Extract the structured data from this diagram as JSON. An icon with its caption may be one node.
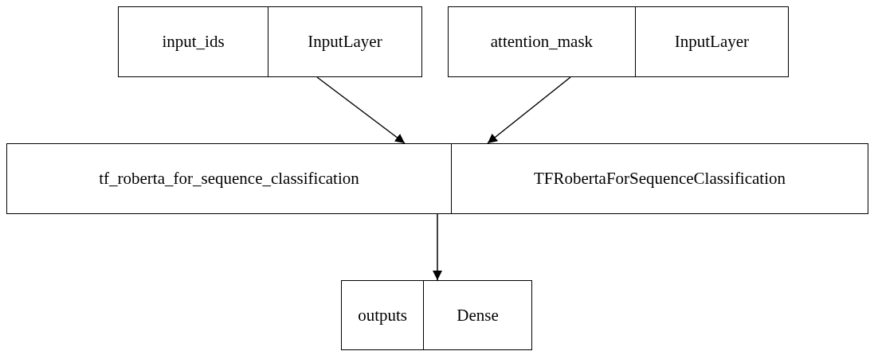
{
  "diagram": {
    "nodes": [
      {
        "text": [
          "input_ids",
          "InputLayer"
        ]
      },
      {
        "text": [
          "attention_mask",
          "InputLayer"
        ]
      },
      {
        "text": [
          "tf_roberta_for_sequence_classification",
          "TFRobertaForSequenceClassification"
        ]
      },
      {
        "text": [
          "outputs",
          "Dense"
        ]
      }
    ],
    "edges": [
      {
        "from": 0,
        "to": 2,
        "arrow": "to"
      },
      {
        "from": 1,
        "to": 2,
        "arrow": "to"
      },
      {
        "from": 2,
        "to": 3,
        "arrow": "to"
      }
    ]
  }
}
